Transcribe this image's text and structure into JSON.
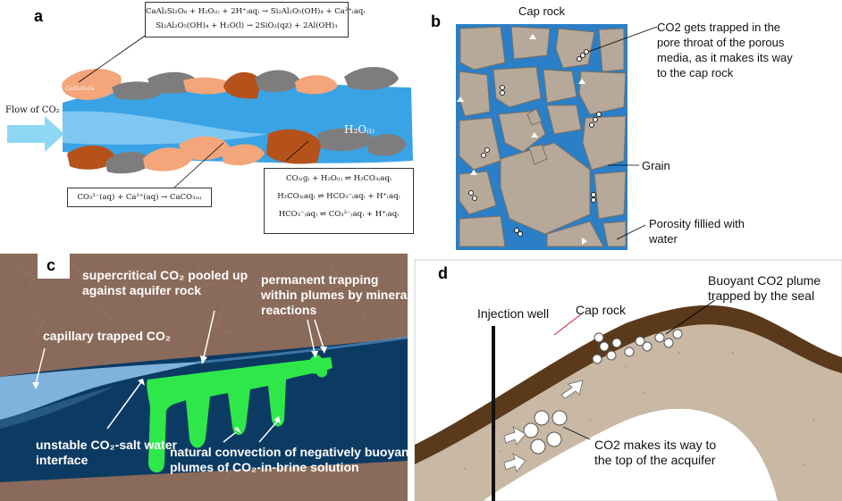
{
  "panel_a": {
    "label": "a",
    "top_equations": [
      "CaAl₂Si₂O₈ + H₂O₍ₗ₎ + 2H⁺₍aq₎ → Si₂Al₂O₅(OH)₄ + Ca²⁺₍aq₎",
      "Si₂Al₂O₅(OH)₄ + H₂O(l) → 2SiO₂(qz) + 2Al(OH)₃"
    ],
    "flow_label": "Flow of CO₂",
    "mineral_label": "CaAl₂Si₂O₈",
    "water_label": "H₂O₍ₗ₎",
    "carbonate_equation": "CO₃²⁻(aq) + Ca²⁺(aq) → CaCO₃₍ₛ₎",
    "acid_equations": [
      "CO₂₍g₎ + H₂O₍ₗ₎ ⇌ H₂CO₃₍aq₎",
      "H₂CO₃₍aq₎ ⇌ HCO₃⁻₍aq₎ + H⁺₍aq₎",
      "HCO₃⁻₍aq₎ ⇌ CO₃²⁻₍aq₎ + H⁺₍aq₎"
    ]
  },
  "panel_b": {
    "label": "b",
    "cap_rock": "Cap rock",
    "trapped": [
      "CO2 gets trapped in the",
      "pore throat of the porous",
      "media, as it makes its way",
      "to the cap rock"
    ],
    "grain": "Grain",
    "porosity": [
      "Porosity fillied with",
      "water"
    ]
  },
  "panel_c": {
    "label": "c",
    "supercritical": [
      "supercritical CO₂ pooled up",
      "against aquifer rock"
    ],
    "permanent": [
      "permanent trapping",
      "within plumes by mineral",
      "reactions"
    ],
    "capillary": "capillary trapped  CO₂",
    "unstable": [
      "unstable CO₂-salt water",
      "interface"
    ],
    "convection": [
      "natural convection of negatively buoyant",
      "plumes of CO₂-in-brine solution"
    ]
  },
  "panel_d": {
    "label": "d",
    "injection_well": "Injection well",
    "cap_rock": "Cap rock",
    "buoyant": [
      "Buoyant CO2 plume",
      "trapped by the seal"
    ],
    "makes_way": [
      "CO2 makes its way to",
      "the top of the acquifer"
    ]
  },
  "colors": {
    "water_blue": "#2a7fc6",
    "dark_blue": "#0b3a63",
    "plume_green": "#2ee84a",
    "rock_brown": "#8a6a5a",
    "seal_brown": "#5a3a1a",
    "mineral_orange": "#f4a57a",
    "mineral_rust": "#b5521c",
    "mineral_gray": "#7d7d7d"
  }
}
